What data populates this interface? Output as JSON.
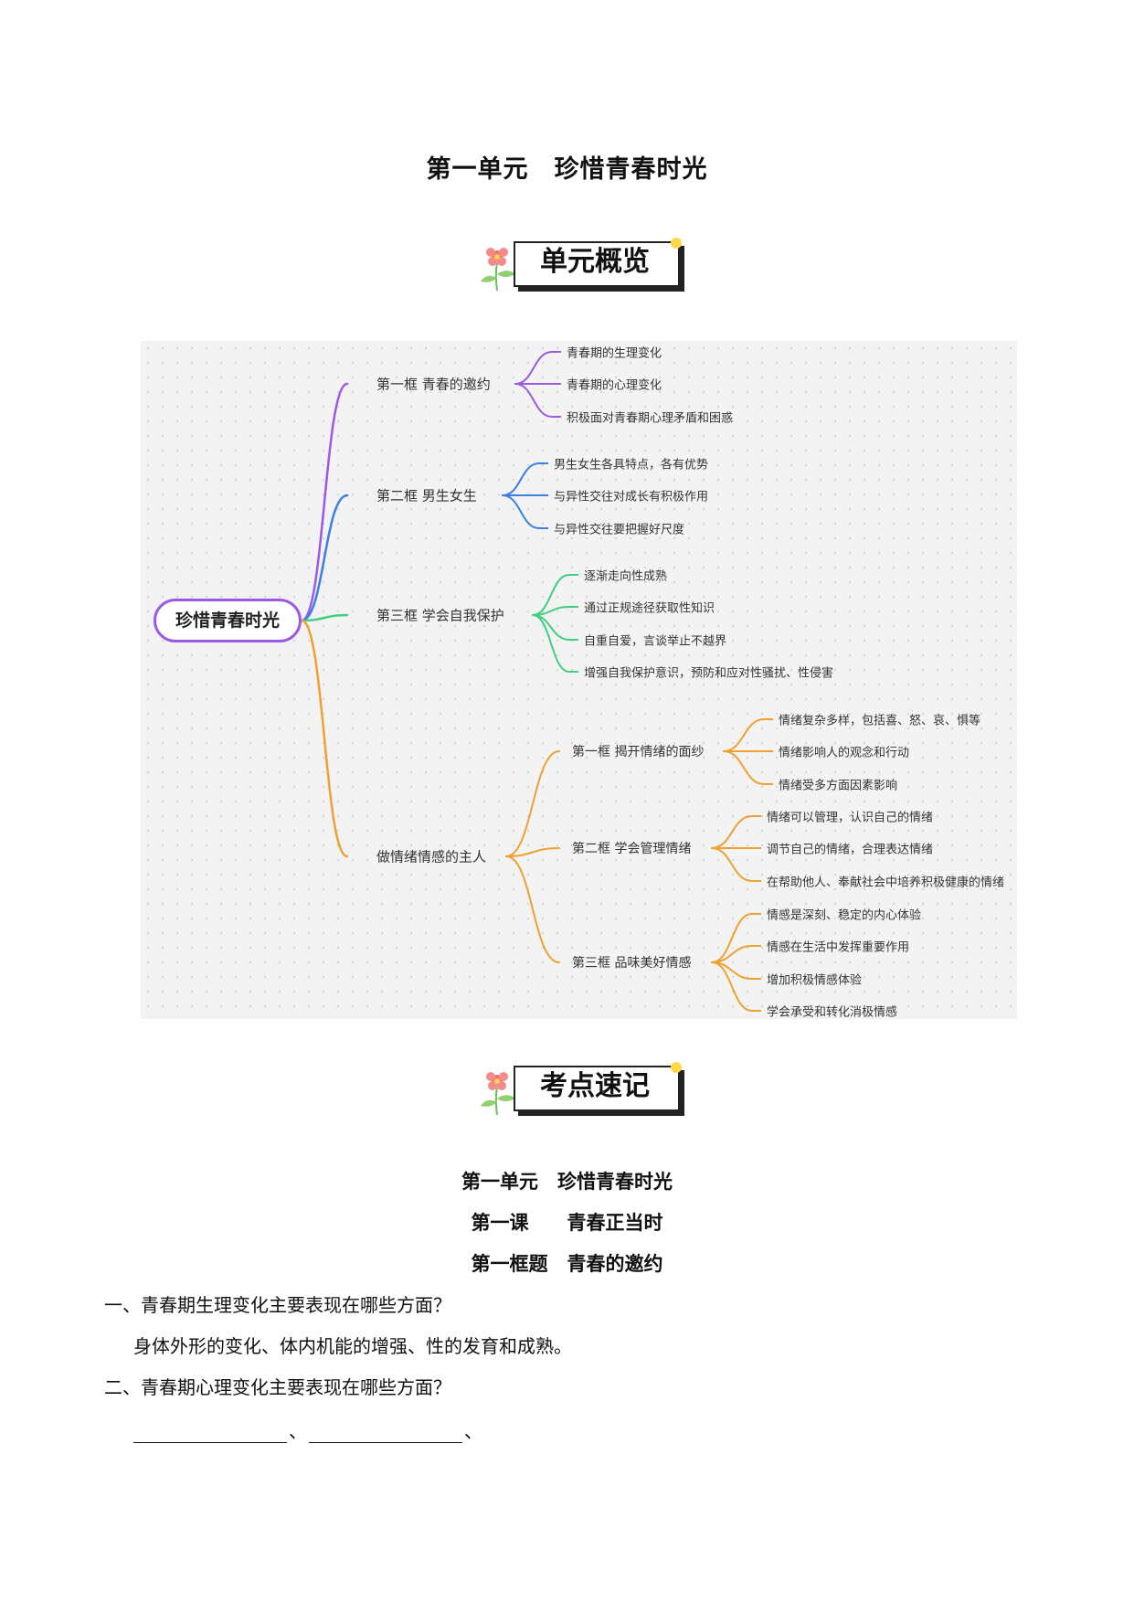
{
  "title": "第一单元　珍惜青春时光",
  "badges": {
    "overview": "单元概览",
    "keypoints": "考点速记"
  },
  "colors": {
    "purple": "#9b59e6",
    "blue": "#3b7ee6",
    "green": "#3fcf7f",
    "orange": "#f0a030"
  },
  "mindmap": {
    "root": "珍惜青春时光",
    "branches": [
      {
        "label": "第一框 青春的邀约",
        "items": [
          "青春期的生理变化",
          "青春期的心理变化",
          "积极面对青春期心理矛盾和困惑"
        ]
      },
      {
        "label": "第二框 男生女生",
        "items": [
          "男生女生各具特点，各有优势",
          "与异性交往对成长有积极作用",
          "与异性交往要把握好尺度"
        ]
      },
      {
        "label": "第三框 学会自我保护",
        "items": [
          "逐渐走向性成熟",
          "通过正规途径获取性知识",
          "自重自爱，言谈举止不越界",
          "增强自我保护意识，预防和应对性骚扰、性侵害"
        ]
      },
      {
        "label": "做情绪情感的主人",
        "children": [
          {
            "label": "第一框 揭开情绪的面纱",
            "items": [
              "情绪复杂多样，包括喜、怒、哀、惧等",
              "情绪影响人的观念和行动",
              "情绪受多方面因素影响"
            ]
          },
          {
            "label": "第二框 学会管理情绪",
            "items": [
              "情绪可以管理，认识自己的情绪",
              "调节自己的情绪，合理表达情绪",
              "在帮助他人、奉献社会中培养积极健康的情绪"
            ]
          },
          {
            "label": "第三框 品味美好情感",
            "items": [
              "情感是深刻、稳定的内心体验",
              "情感在生活中发挥重要作用",
              "增加积极情感体验",
              "学会承受和转化消极情感"
            ]
          }
        ]
      }
    ]
  },
  "section": {
    "unit": "第一单元　珍惜青春时光",
    "lesson": "第一课　　青春正当时",
    "frame": "第一框题　青春的邀约"
  },
  "questions": [
    {
      "q": "一、青春期生理变化主要表现在哪些方面？",
      "a": "身体外形的变化、体内机能的增强、性的发育和成熟。"
    },
    {
      "q": "二、青春期心理变化主要表现在哪些方面？",
      "a": ""
    }
  ],
  "separator": "、"
}
